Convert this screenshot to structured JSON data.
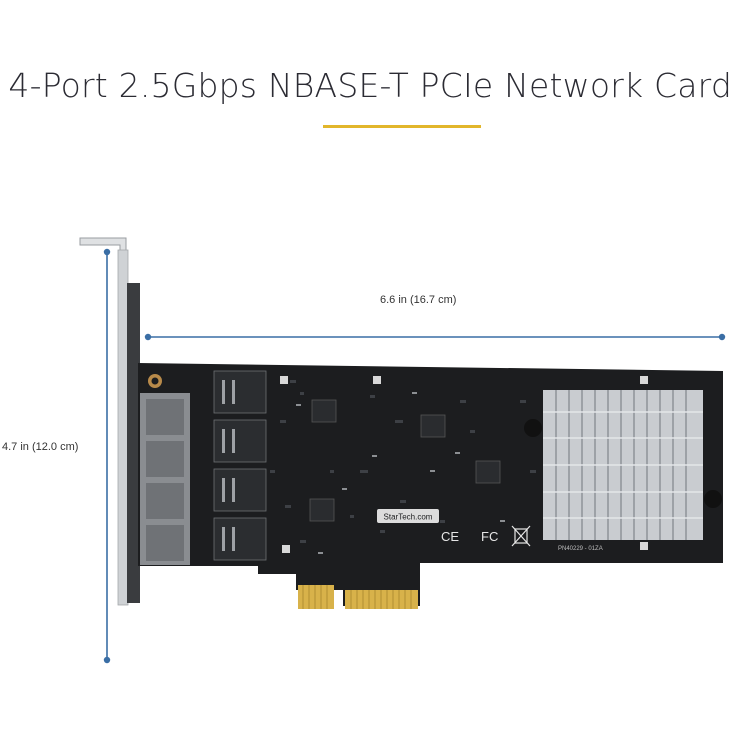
{
  "product": {
    "title": "4-Port 2.5Gbps NBASE-T PCIe Network Card",
    "accent_color": "#e2b62b"
  },
  "dimensions": {
    "width_label": "6.6 in (16.7 cm)",
    "height_label": "4.7 in (12.0 cm)",
    "line_color": "#3a6ea5"
  },
  "board": {
    "brand_label": "StarTech.com",
    "part_label": "PN40229 - 01ZA",
    "cert_marks": [
      "CE",
      "FC"
    ],
    "icons": [
      "weee-bin-icon",
      "heatsink-icon",
      "ethernet-port-icon"
    ]
  }
}
